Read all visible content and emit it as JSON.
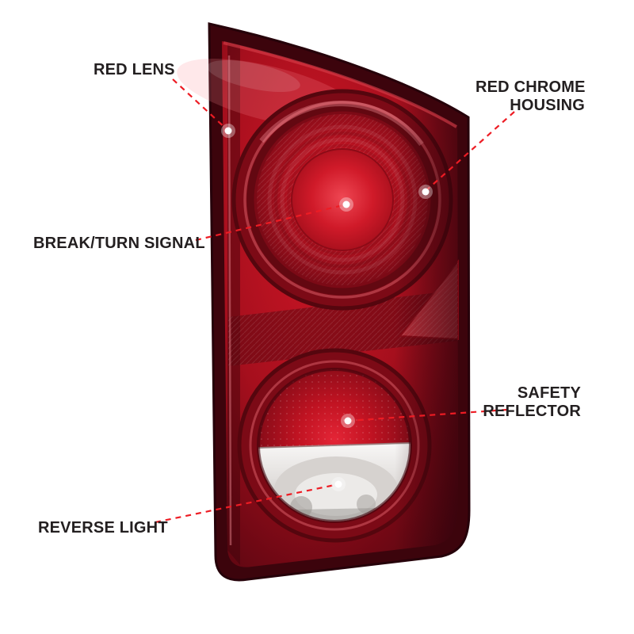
{
  "page": {
    "background_color": "#ffffff"
  },
  "diagram": {
    "subject": "automotive-tail-light",
    "colors": {
      "leader_line": "#ed1c24",
      "label_text": "#231f20",
      "lens_red": "#b50f1e",
      "housing_dark": "#3c040c",
      "reverse_clear": "#e3e0de",
      "callout_dot": "#ffffff"
    },
    "callouts": [
      {
        "id": "red-lens",
        "lines": [
          "RED LENS"
        ]
      },
      {
        "id": "red-chrome-housing",
        "lines": [
          "RED CHROME",
          "HOUSING"
        ]
      },
      {
        "id": "break-turn-signal",
        "lines": [
          "BREAK/TURN SIGNAL"
        ]
      },
      {
        "id": "safety-reflector",
        "lines": [
          "SAFETY",
          "REFLECTOR"
        ]
      },
      {
        "id": "reverse-light",
        "lines": [
          "REVERSE LIGHT"
        ]
      }
    ]
  }
}
